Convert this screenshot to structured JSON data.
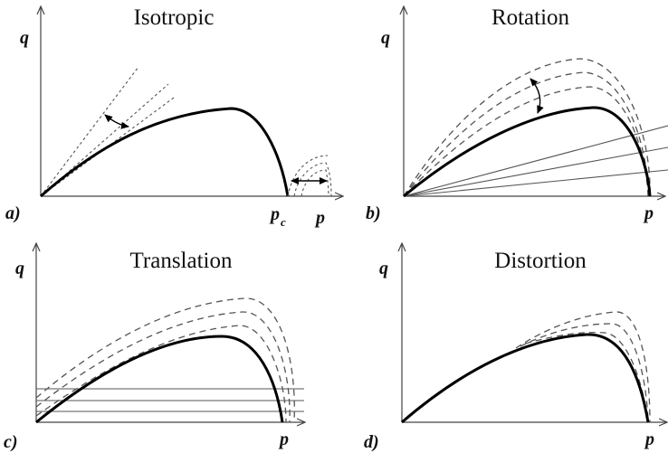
{
  "panels": [
    {
      "id": "a",
      "title": "Isotropic",
      "panel_label": "a)",
      "y_label": "q",
      "x_label": "p",
      "pc_label": "p",
      "pc_sub": "c"
    },
    {
      "id": "b",
      "title": "Rotation",
      "panel_label": "b)",
      "y_label": "q",
      "x_label": "p"
    },
    {
      "id": "c",
      "title": "Translation",
      "panel_label": "c)",
      "y_label": "q",
      "x_label": "p"
    },
    {
      "id": "d",
      "title": "Distortion",
      "panel_label": "d)",
      "y_label": "q",
      "x_label": "p"
    }
  ]
}
